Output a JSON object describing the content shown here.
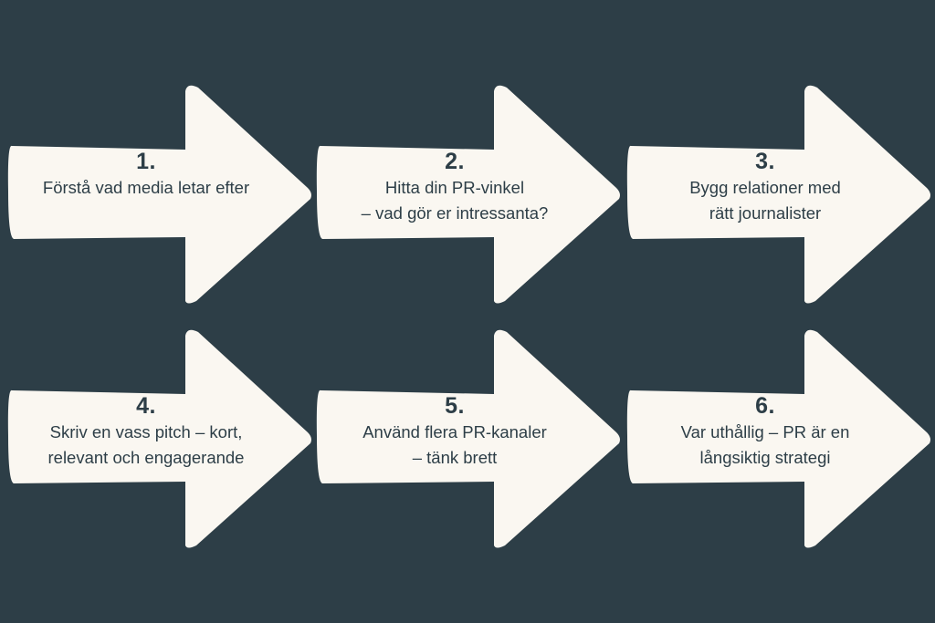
{
  "colors": {
    "background": "#2d3e47",
    "arrow_fill": "#faf7f1",
    "text": "#2d3e47"
  },
  "steps": [
    {
      "number": "1.",
      "text": "Förstå vad media letar efter"
    },
    {
      "number": "2.",
      "text": "Hitta din PR-vinkel\n– vad gör er intressanta?"
    },
    {
      "number": "3.",
      "text": "Bygg relationer med\nrätt journalister"
    },
    {
      "number": "4.",
      "text": "Skriv en vass pitch – kort,\nrelevant och engagerande"
    },
    {
      "number": "5.",
      "text": "Använd flera PR-kanaler\n– tänk brett"
    },
    {
      "number": "6.",
      "text": "Var uthållig – PR är en\nlångsiktig strategi"
    }
  ]
}
